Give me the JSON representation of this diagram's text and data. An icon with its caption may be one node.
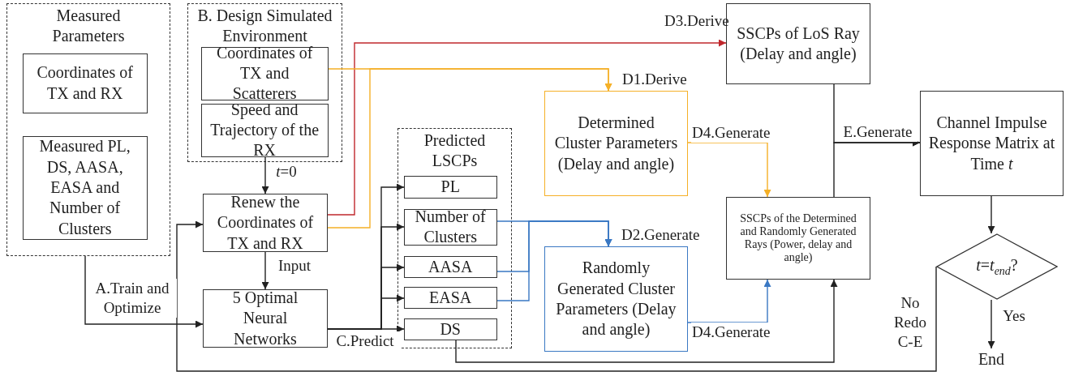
{
  "diagram": {
    "nodes": [
      {
        "text": [
          "Measured Parameters"
        ]
      },
      {
        "text": [
          "Coordinates of TX and RX"
        ],
        "in": 0
      },
      {
        "text": [
          "Measured PL, DS, AASA, EASA and Number of Clusters"
        ],
        "in": 0
      },
      {
        "text": [
          "B. Design Simulated Environment"
        ]
      },
      {
        "text": [
          "Coordinates of TX and Scatterers"
        ],
        "in": 3
      },
      {
        "text": [
          "Speed and Trajectory of the RX"
        ],
        "in": 3
      },
      {
        "text": [
          "Renew the Coordinates of TX and RX"
        ]
      },
      {
        "text": [
          "5 Optimal Neural Networks"
        ]
      },
      {
        "text": [
          "Predicted LSCPs"
        ]
      },
      {
        "text": [
          "PL"
        ],
        "in": 8
      },
      {
        "text": [
          "Number of Clusters"
        ],
        "in": 8
      },
      {
        "text": [
          "AASA"
        ],
        "in": 8
      },
      {
        "text": [
          "EASA"
        ],
        "in": 8
      },
      {
        "text": [
          "DS"
        ],
        "in": 8
      },
      {
        "text": [
          "SSCPs of LoS Ray (Delay and angle)"
        ]
      },
      {
        "text": [
          "Determined Cluster Parameters (Delay and angle)"
        ]
      },
      {
        "text": [
          "Randomly Generated Cluster Parameters (Delay and angle)"
        ]
      },
      {
        "text": [
          "SSCPs of the Determined and Randomly Generated Rays  (Power, delay and angle)"
        ]
      },
      {
        "text": [
          "Channel Impulse Response Matrix at Time *t*"
        ]
      },
      {
        "text": [
          "*t*=*t*$_{end}$?"
        ]
      },
      {
        "text": [
          "End"
        ]
      }
    ],
    "edges": [
      {
        "from": 0,
        "to": 7,
        "arrow": "to",
        "label": "A.Train and Optimize"
      },
      {
        "from": 5,
        "to": 6,
        "arrow": "to",
        "label": "*t*=0"
      },
      {
        "from": 6,
        "to": 7,
        "arrow": "to",
        "label": "Input"
      },
      {
        "from": 6,
        "to": 14,
        "arrow": "to",
        "label": "D3.Derive",
        "color": "#c0282d"
      },
      {
        "from": 4,
        "to": 15,
        "arrow": "to",
        "label": "D1.Derive",
        "color": "#f5b027"
      },
      {
        "from": 6,
        "to": 15,
        "arrow": "to",
        "color": "#f5b027"
      },
      {
        "from": 7,
        "to": 9,
        "arrow": "to"
      },
      {
        "from": 7,
        "to": 10,
        "arrow": "to"
      },
      {
        "from": 7,
        "to": 11,
        "arrow": "to"
      },
      {
        "from": 7,
        "to": 12,
        "arrow": "to"
      },
      {
        "from": 7,
        "to": 13,
        "arrow": "to",
        "label": "C.Predict"
      },
      {
        "from": 10,
        "to": 16,
        "arrow": "to",
        "label": "D2.Generate",
        "color": "#3a78c3"
      },
      {
        "from": 11,
        "to": 16,
        "arrow": "to",
        "color": "#3a78c3"
      },
      {
        "from": 12,
        "to": 16,
        "arrow": "to",
        "color": "#3a78c3"
      },
      {
        "from": 15,
        "to": 17,
        "arrow": "to",
        "label": "D4.Generate",
        "color": "#f5b027"
      },
      {
        "from": 16,
        "to": 17,
        "arrow": "to",
        "label": "D4.Generate",
        "color": "#3a78c3"
      },
      {
        "from": 13,
        "to": 17,
        "arrow": "to"
      },
      {
        "from": 14,
        "to": 18,
        "arrow": "to",
        "label": "E.Generate"
      },
      {
        "from": 17,
        "to": 18,
        "arrow": "to"
      },
      {
        "from": 18,
        "to": 19,
        "arrow": "to"
      },
      {
        "from": 19,
        "to": 20,
        "arrow": "to",
        "label": "Yes"
      },
      {
        "from": 19,
        "to": 6,
        "arrow": "to",
        "label": "No Redo C-E"
      }
    ]
  }
}
